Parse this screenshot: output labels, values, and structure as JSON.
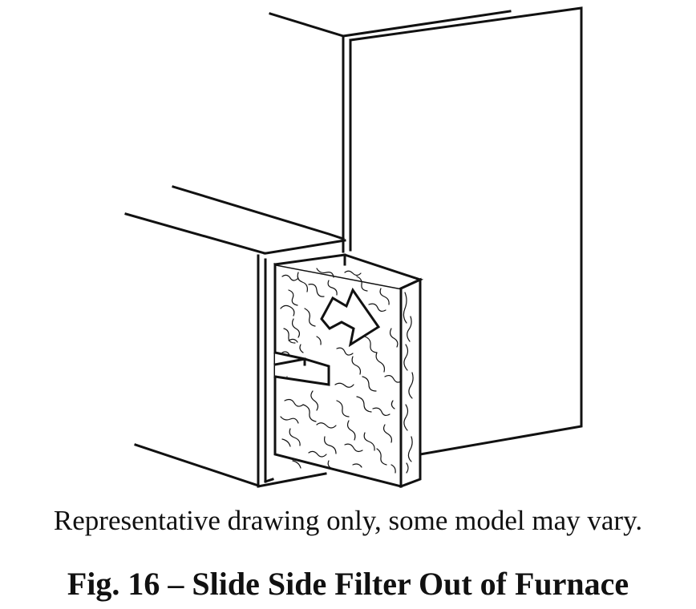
{
  "figure": {
    "note": "Representative drawing only, some model may vary.",
    "title": "Fig. 16 – Slide Side Filter Out of Furnace",
    "parts": {
      "cabinet": "furnace-cabinet",
      "return_duct": "return-air-duct",
      "filter": "slide-out-filter",
      "arrow": "slide-direction-arrow",
      "handle": "filter-handle-tab"
    },
    "colors": {
      "line": "#111111",
      "background": "#ffffff"
    }
  }
}
